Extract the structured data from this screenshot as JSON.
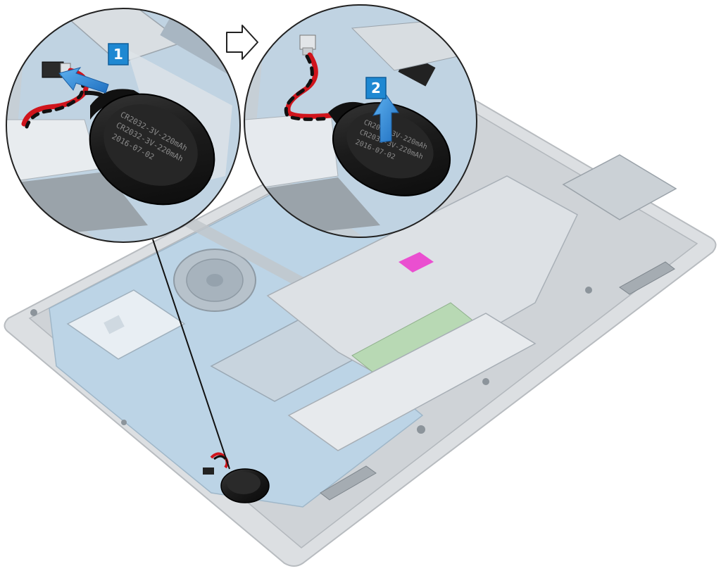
{
  "steps": [
    {
      "number": "1",
      "action": "disconnect-cable"
    },
    {
      "number": "2",
      "action": "lift-battery"
    }
  ],
  "battery_print": {
    "line1": "CR2032-3V-220mAh",
    "line2": "CR2032-3V-220mAh",
    "line3": "2016-07-02"
  },
  "colors": {
    "badge": "#1e88d2",
    "arrow": "#2f8fdc",
    "cable_red": "#d0141c",
    "cable_black": "#111111",
    "battery": "#1b1b1b",
    "chassis": "#d2d6da",
    "board": "#b9d2e4",
    "callout_border": "#222222"
  },
  "icons": {
    "step_arrow": "hollow-right-arrow",
    "disconnect": "left-blue-arrow",
    "lift": "up-blue-arrow"
  }
}
